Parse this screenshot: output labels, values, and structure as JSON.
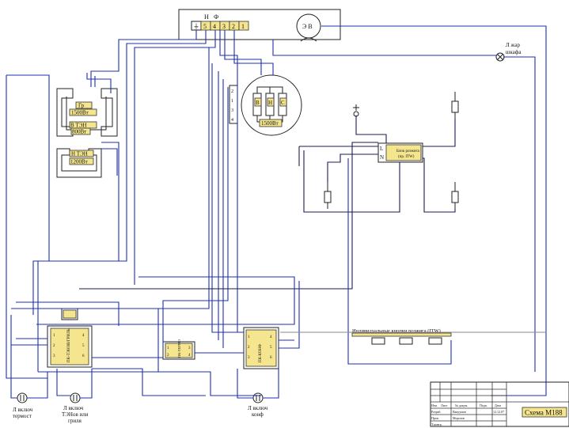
{
  "connector": {
    "n": "Н",
    "f": "Ф",
    "ground": "⏚",
    "terminals": [
      "5",
      "4",
      "3",
      "2",
      "1"
    ]
  },
  "motor": {
    "label": "Э В"
  },
  "cabinet_lamp": {
    "label_line1": "Л жар",
    "label_line2": "шкафа"
  },
  "heaters": {
    "grill": {
      "name": "Гр",
      "power": "1500Вт"
    },
    "upper": {
      "name": "В ТЭН",
      "power": "800Вт"
    },
    "lower": {
      "name": "Н ТЭН",
      "power": "1200Вт"
    }
  },
  "convection": {
    "letters": [
      "В",
      "Н",
      "С"
    ],
    "power": "1500Вт",
    "pins": [
      "2",
      "1",
      "3",
      "4"
    ]
  },
  "socket_block": {
    "l": "L",
    "n": "N",
    "line1": "Блок розжига",
    "line2": "(пр. ITW)"
  },
  "ignition_buttons": {
    "label": "Индивидуальные кнопки розжига (ITW)"
  },
  "switches": {
    "left": {
      "code": "ПК-ТЭНОВ/ГРИЛЬ",
      "pins": [
        "1",
        "2",
        "3",
        "4",
        "5",
        "6"
      ]
    },
    "middle": {
      "code": "ПК-ТЕРМО",
      "pins": [
        "1",
        "2",
        "3",
        "4"
      ]
    },
    "right": {
      "code": "ПК-КОНФ",
      "pins": [
        "1",
        "2",
        "3",
        "4",
        "5",
        "6"
      ]
    }
  },
  "indicators": {
    "thermostat": {
      "line1": "Л включ",
      "line2": "термост"
    },
    "heaters": {
      "line1": "Л включ",
      "line2": "ТЭНов или",
      "line3": "гриля"
    },
    "convection": {
      "line1": "Л включ",
      "line2": "конф"
    }
  },
  "title_block": {
    "cols": [
      "Изм.",
      "Лист",
      "№ докум.",
      "Подп.",
      "Дата"
    ],
    "rows": [
      [
        "Разраб.",
        "Вакуумов",
        "",
        "12.12.07"
      ],
      [
        "Пров.",
        "Морозов",
        "",
        ""
      ],
      [
        "Т.контр.",
        "",
        "",
        ""
      ]
    ],
    "title": "Схема М188"
  },
  "colors": {
    "wire": "#1c2fb0",
    "wire_dark": "#1b1b55",
    "label_fill": "#f4e58e"
  }
}
